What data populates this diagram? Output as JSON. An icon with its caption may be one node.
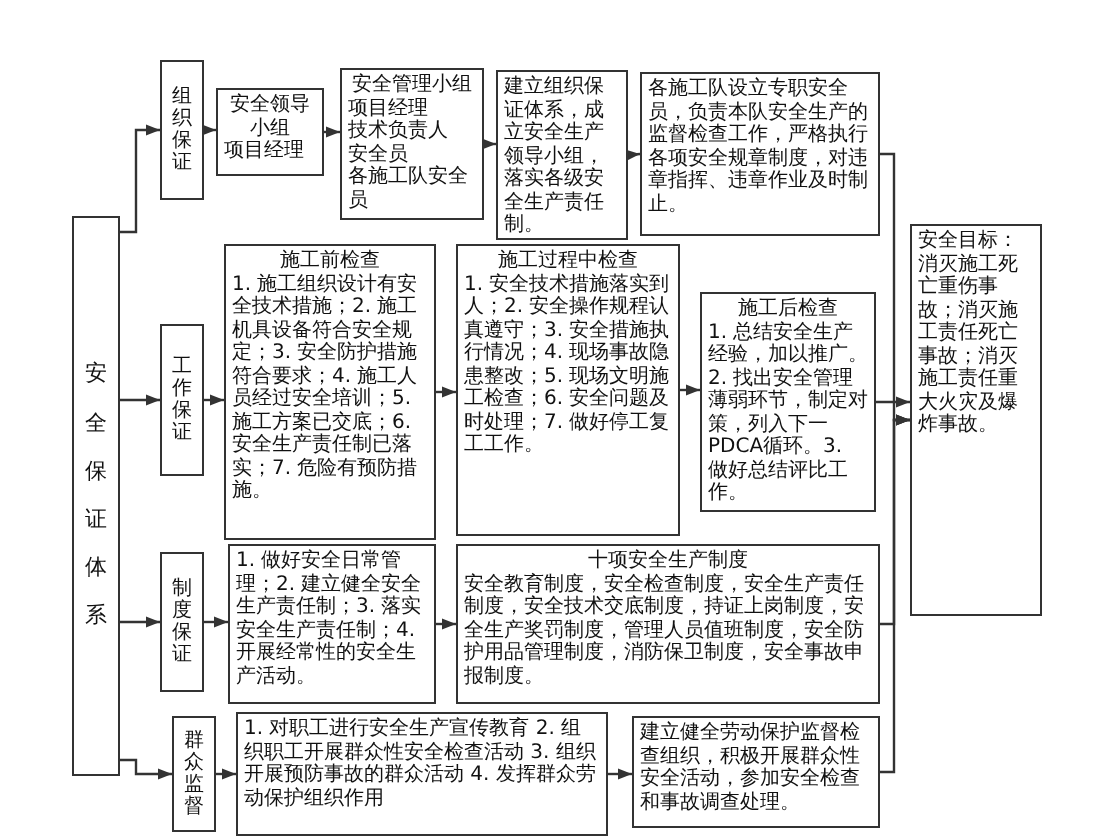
{
  "diagram": {
    "nodes": [
      {
        "text": [
          "安全保证体系"
        ]
      },
      {
        "text": [
          "组织保证"
        ]
      },
      {
        "text": [
          "安全领导小组",
          "项目经理"
        ]
      },
      {
        "text": [
          "安全管理小组",
          "项目经理",
          "技术负责人",
          "安全员",
          "各施工队安全员"
        ]
      },
      {
        "text": [
          "建立组织保证体系，成立安全生产领导小组，落实各级安全生产责任制。"
        ]
      },
      {
        "text": [
          "各施工队设立专职安全员，负责本队安全生产的监督检查工作，严格执行各项安全规章制度，对违章指挥、违章作业及时制止。"
        ]
      },
      {
        "text": [
          "工作保证"
        ]
      },
      {
        "text": [
          "施工前检查",
          "1. 施工组织设计有安全技术措施；2. 施工机具设备符合安全规定；3. 安全防护措施符合要求；4. 施工人员经过安全培训；5. 施工方案已交底；6. 安全生产责任制已落实；7. 危险有预防措施。"
        ]
      },
      {
        "text": [
          "施工过程中检查",
          "1. 安全技术措施落实到人；2. 安全操作规程认真遵守；3. 安全措施执行情况；4. 现场事故隐患整改；5. 现场文明施工检查；6. 安全问题及时处理；7. 做好停工复工工作。"
        ]
      },
      {
        "text": [
          "施工后检查",
          "1. 总结安全生产经验，加以推广。2. 找出安全管理薄弱环节，制定对策，列入下一PDCA循环。3. 做好总结评比工作。"
        ]
      },
      {
        "text": [
          "安全目标：",
          "消灭施工死亡重伤事故；消灭施工责任死亡事故；消灭施工责任重大火灾及爆炸事故。"
        ]
      },
      {
        "text": [
          "制度保证"
        ]
      },
      {
        "text": [
          "1. 做好安全日常管理；2. 建立健全安全生产责任制；3. 落实安全生产责任制；4. 开展经常性的安全生产活动。"
        ]
      },
      {
        "text": [
          "十项安全生产制度",
          "安全教育制度，安全检查制度，安全生产责任制度，安全技术交底制度，持证上岗制度，安全生产奖罚制度，管理人员值班制度，安全防护用品管理制度，消防保卫制度，安全事故申报制度。"
        ]
      },
      {
        "text": [
          "群众监督"
        ]
      },
      {
        "text": [
          "1. 对职工进行安全生产宣传教育 2. 组织职工开展群众性安全检查活动 3. 组织开展预防事故的群众活动 4. 发挥群众劳动保护组织作用"
        ]
      },
      {
        "text": [
          "建立健全劳动保护监督检查组织，积极开展群众性安全活动，参加安全检查和事故调查处理。"
        ]
      }
    ],
    "edges": [
      {
        "from": 0,
        "to": 1,
        "arrow": "to"
      },
      {
        "from": 1,
        "to": 2,
        "arrow": "to"
      },
      {
        "from": 2,
        "to": 3,
        "arrow": "to"
      },
      {
        "from": 3,
        "to": 4,
        "arrow": "to"
      },
      {
        "from": 4,
        "to": 5,
        "arrow": "to"
      },
      {
        "from": 5,
        "to": 10,
        "arrow": "to"
      },
      {
        "from": 0,
        "to": 6,
        "arrow": "to"
      },
      {
        "from": 6,
        "to": 7,
        "arrow": "to"
      },
      {
        "from": 7,
        "to": 8,
        "arrow": "to"
      },
      {
        "from": 8,
        "to": 9,
        "arrow": "to"
      },
      {
        "from": 9,
        "to": 10,
        "arrow": "to"
      },
      {
        "from": 0,
        "to": 11,
        "arrow": "to"
      },
      {
        "from": 11,
        "to": 12,
        "arrow": "to"
      },
      {
        "from": 12,
        "to": 13,
        "arrow": "to"
      },
      {
        "from": 13,
        "to": 10,
        "arrow": "to"
      },
      {
        "from": 0,
        "to": 14,
        "arrow": "to"
      },
      {
        "from": 14,
        "to": 15,
        "arrow": "to"
      },
      {
        "from": 15,
        "to": 16,
        "arrow": "to"
      },
      {
        "from": 16,
        "to": 10,
        "arrow": "to"
      }
    ]
  }
}
